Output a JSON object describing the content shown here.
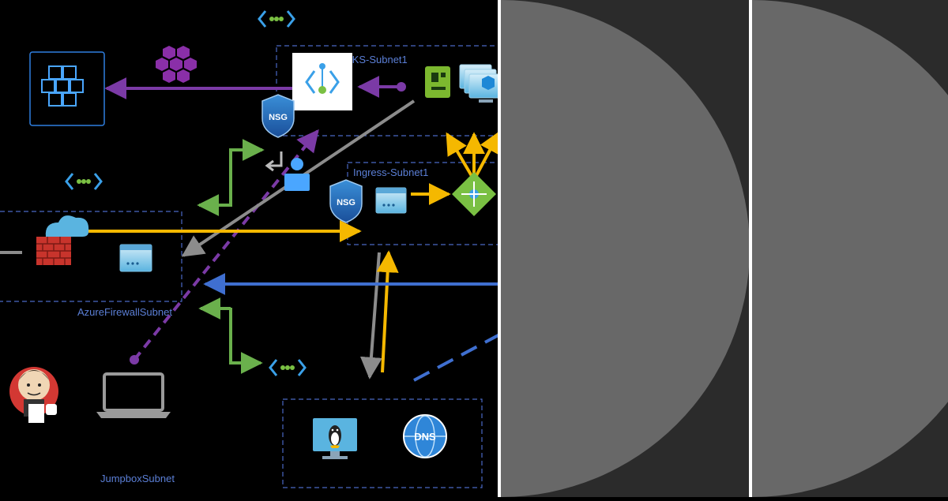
{
  "diagram": {
    "subnets": {
      "aks": "AKS-Subnet1",
      "ingress": "Ingress-Subnet1",
      "firewall": "AzureFirewallSubnet",
      "jumpbox": "JumpboxSubnet"
    },
    "badges": {
      "nsg_aks": "NSG",
      "nsg_ingress": "NSG",
      "dns": "DNS"
    },
    "icons": [
      "vnet-peering-icon",
      "container-registry-icon",
      "kubernetes-service-icon",
      "network-security-group-icon",
      "node-pool-icon",
      "virtual-machine-scale-set-icon",
      "route-table-icon",
      "ingress-icon",
      "load-balancer-icon",
      "firewall-icon",
      "jenkins-icon",
      "laptop-icon",
      "linux-vm-icon",
      "dns-icon"
    ],
    "colors": {
      "background": "#000000",
      "subnet_border": "#4a68c4",
      "subnet_label": "#5b7fd6",
      "private_link": "#7b3aa6",
      "traffic_ingress": "#f5b800",
      "peering": "#6ab04c",
      "egress": "#8c8c8c",
      "return_path": "#3f6fd0",
      "side_panel": "#2b2b2b",
      "side_disc": "#686868"
    }
  }
}
